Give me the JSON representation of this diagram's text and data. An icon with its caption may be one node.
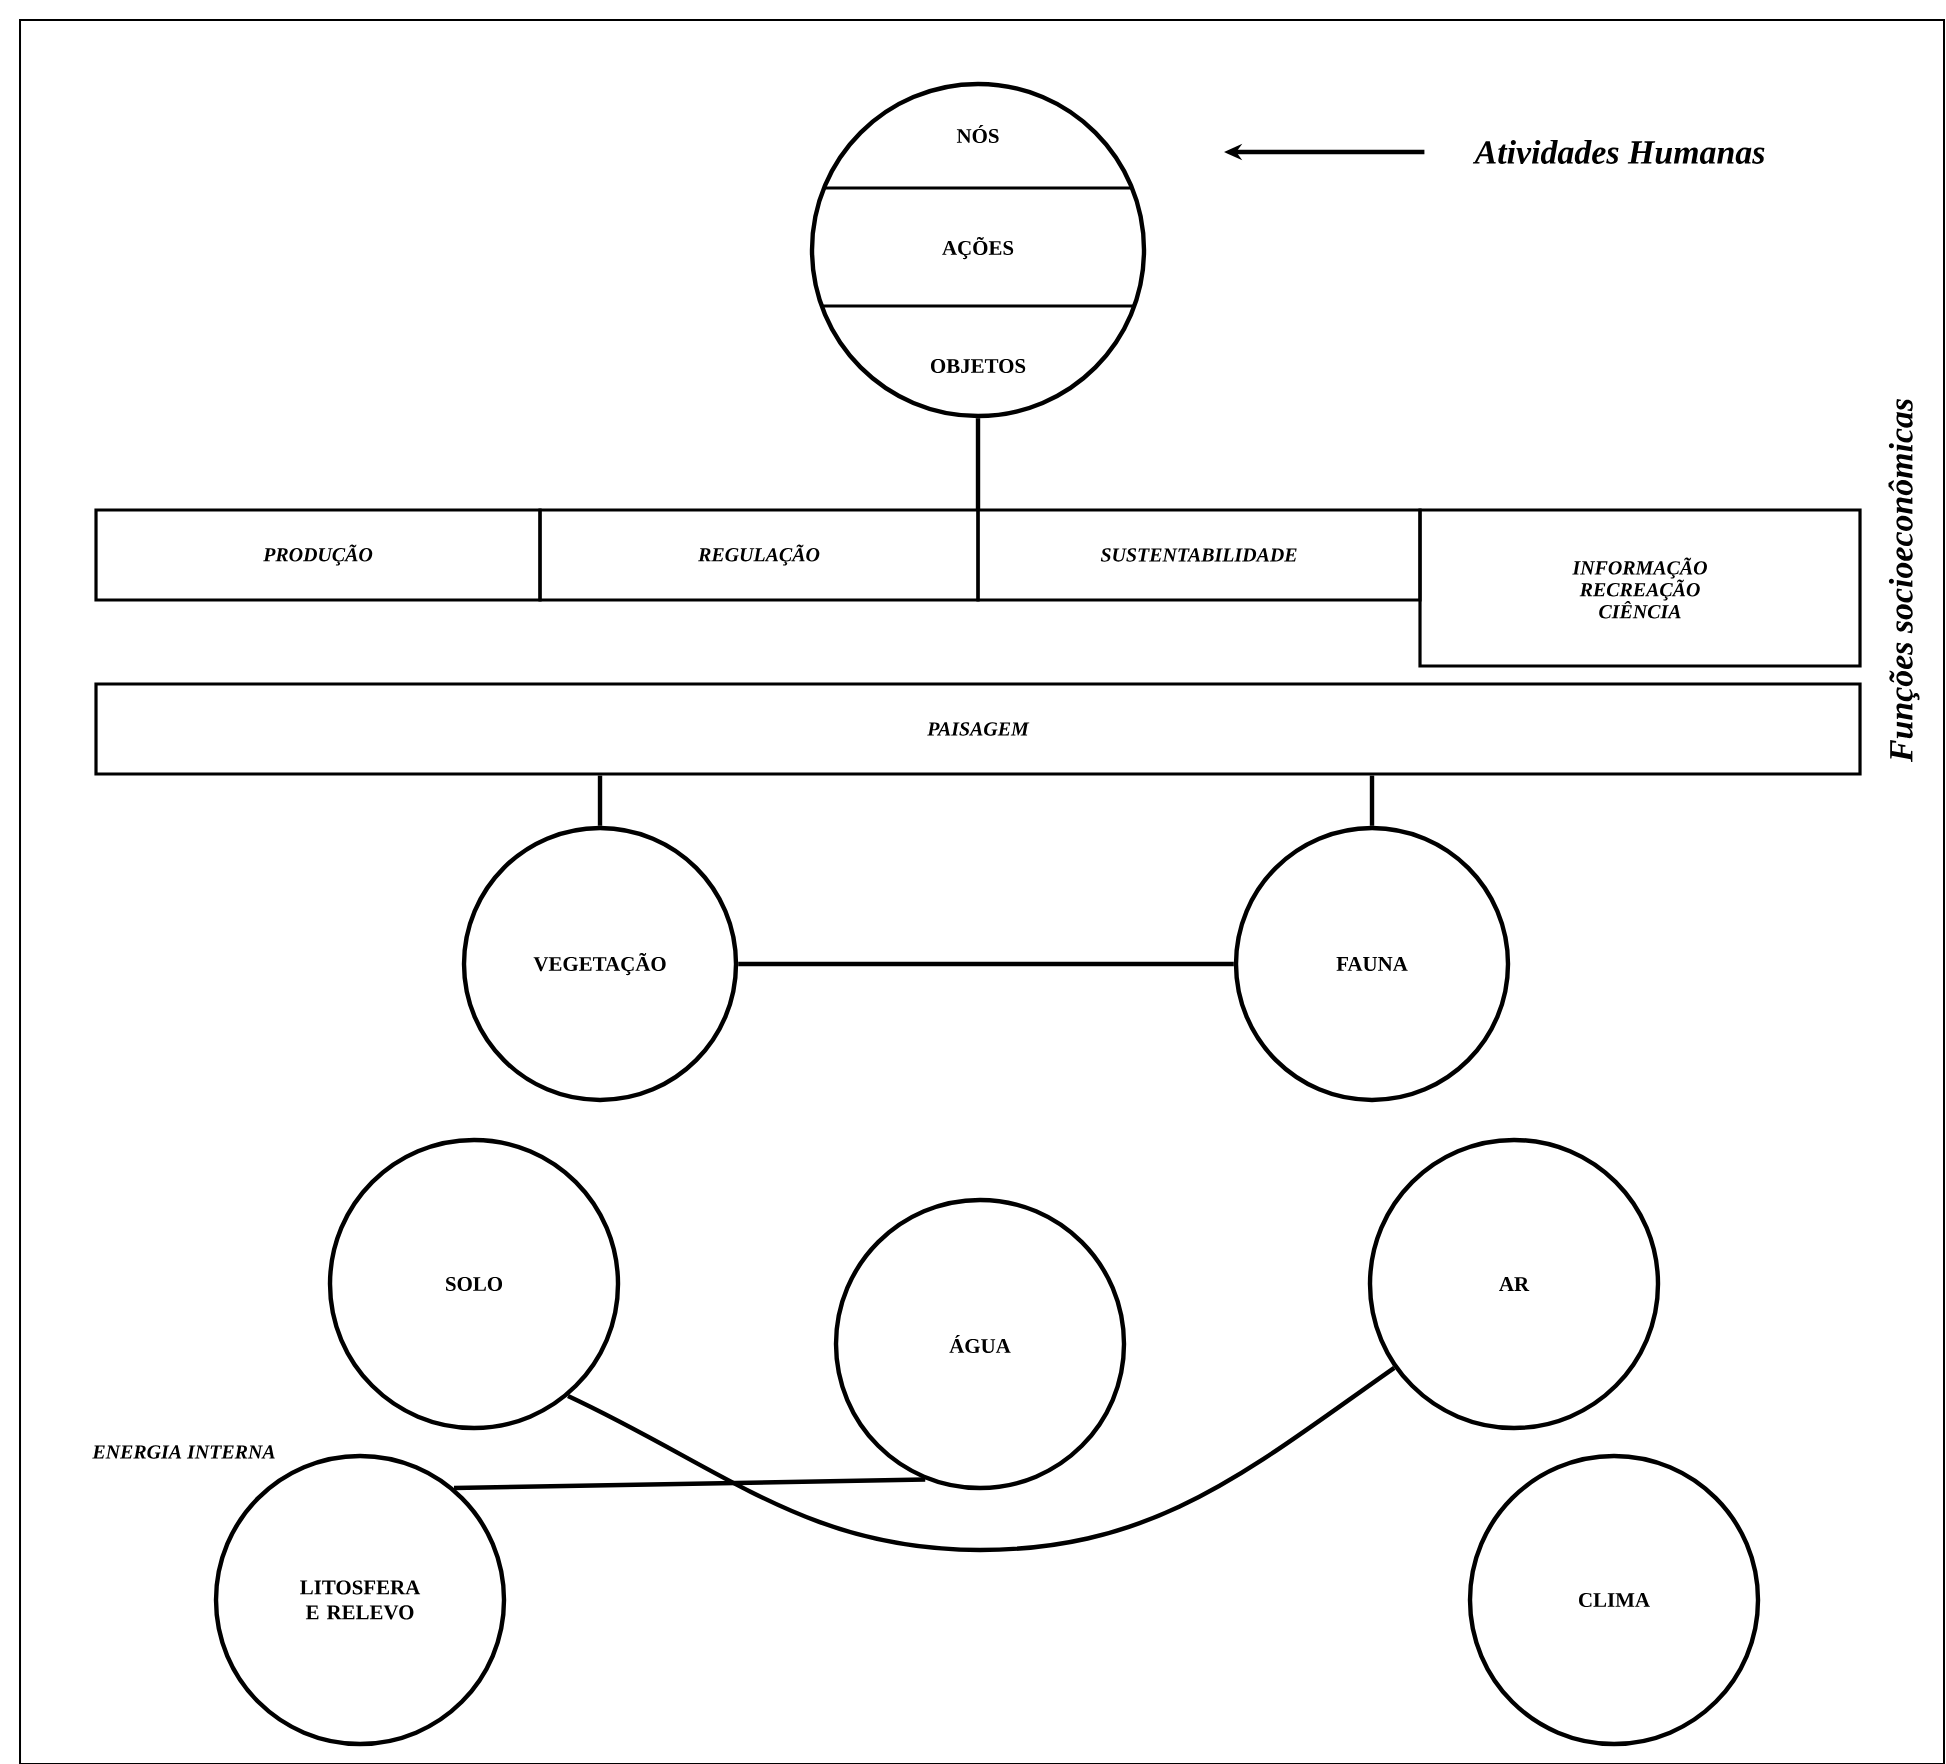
{
  "diagram": {
    "nodes": [
      {
        "text": [
          "NÓS",
          "AÇÕES",
          "OBJETOS"
        ]
      },
      {
        "text": [
          "PRODUÇÃO"
        ]
      },
      {
        "text": [
          "REGULAÇÃO"
        ]
      },
      {
        "text": [
          "SUSTENTABILIDADE"
        ]
      },
      {
        "text": [
          "INFORMAÇÃO RECREAÇÃO CIÊNCIA"
        ]
      },
      {
        "text": [
          "PAISAGEM"
        ]
      },
      {
        "text": [
          "VEGETAÇÃO"
        ]
      },
      {
        "text": [
          "FAUNA"
        ]
      },
      {
        "text": [
          "SOLO"
        ]
      },
      {
        "text": [
          "ÁGUA"
        ]
      },
      {
        "text": [
          "AR"
        ]
      },
      {
        "text": [
          "LITOSFERA E RELEVO"
        ]
      },
      {
        "text": [
          "CLIMA"
        ]
      },
      {
        "text": [
          "Atividades Humanas"
        ]
      }
    ],
    "edges": [
      {
        "from": 0,
        "to": 2,
        "arrow": "none"
      },
      {
        "from": 0,
        "to": 3,
        "arrow": "none"
      },
      {
        "from": 5,
        "to": 6,
        "arrow": "none"
      },
      {
        "from": 5,
        "to": 7,
        "arrow": "none"
      },
      {
        "from": 6,
        "to": 7,
        "arrow": "none"
      },
      {
        "from": 8,
        "to": 10,
        "arrow": "none"
      },
      {
        "from": 11,
        "to": 9,
        "arrow": "none"
      },
      {
        "from": 13,
        "to": 0,
        "arrow": "to"
      }
    ],
    "labels": [
      "ENERGIA INTERNA",
      "Funções socioeconômicas"
    ]
  }
}
